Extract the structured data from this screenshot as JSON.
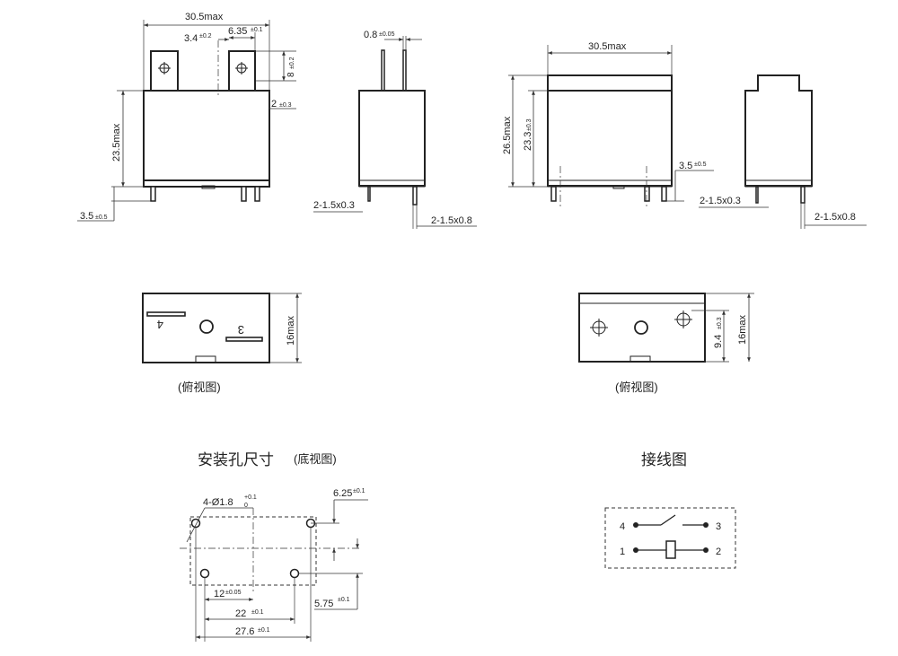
{
  "front_view": {
    "width_label": "30.5max",
    "pitch_label": "3.4",
    "pitch_tol": "±0.2",
    "tab_width_label": "6.35",
    "tab_width_tol": "±0.1",
    "tab_height_label": "8",
    "tab_height_tol": "±0.2",
    "tab_offset_label": "2",
    "tab_offset_tol": "±0.3",
    "height_label": "23.5max",
    "pin_len_label": "3.5",
    "pin_len_tol": "±0.5",
    "pin_thick_label": "2-1.5x0.3"
  },
  "side_view_1": {
    "tab_thick_label": "0.8",
    "tab_thick_tol": "±0.05",
    "pin_size_label": "2-1.5x0.8"
  },
  "front_view_2": {
    "width_label": "30.5max",
    "height_max_label": "26.5max",
    "height_label": "23.3",
    "height_tol": "±0.3",
    "pin_len_label": "3.5",
    "pin_len_tol": "±0.5",
    "pin_thick_label": "2-1.5x0.3"
  },
  "side_view_2": {
    "pin_size_label": "2-1.5x0.8"
  },
  "top_view_1": {
    "height_label": "16max",
    "terminal_4": "4",
    "terminal_3": "3",
    "caption": "(俯视图)"
  },
  "top_view_2": {
    "height_label": "16max",
    "offset_label": "9.4",
    "offset_tol": "±0.3",
    "caption": "(俯视图)"
  },
  "hole_layout": {
    "title": "安装孔尺寸",
    "title_sub": "(底视图)",
    "hole_label": "4-Ø1.8",
    "hole_tol_plus": "+0.1",
    "hole_tol_minus": "0",
    "dim_top_right": "6.25",
    "dim_top_right_tol": "±0.1",
    "dim_12": "12",
    "dim_12_tol": "±0.05",
    "dim_22": "22",
    "dim_22_tol": "±0.1",
    "dim_27_6": "27.6",
    "dim_27_6_tol": "±0.1",
    "dim_5_75": "5.75",
    "dim_5_75_tol": "±0.1"
  },
  "wiring": {
    "title": "接线图",
    "pin_4": "4",
    "pin_3": "3",
    "pin_1": "1",
    "pin_2": "2"
  }
}
